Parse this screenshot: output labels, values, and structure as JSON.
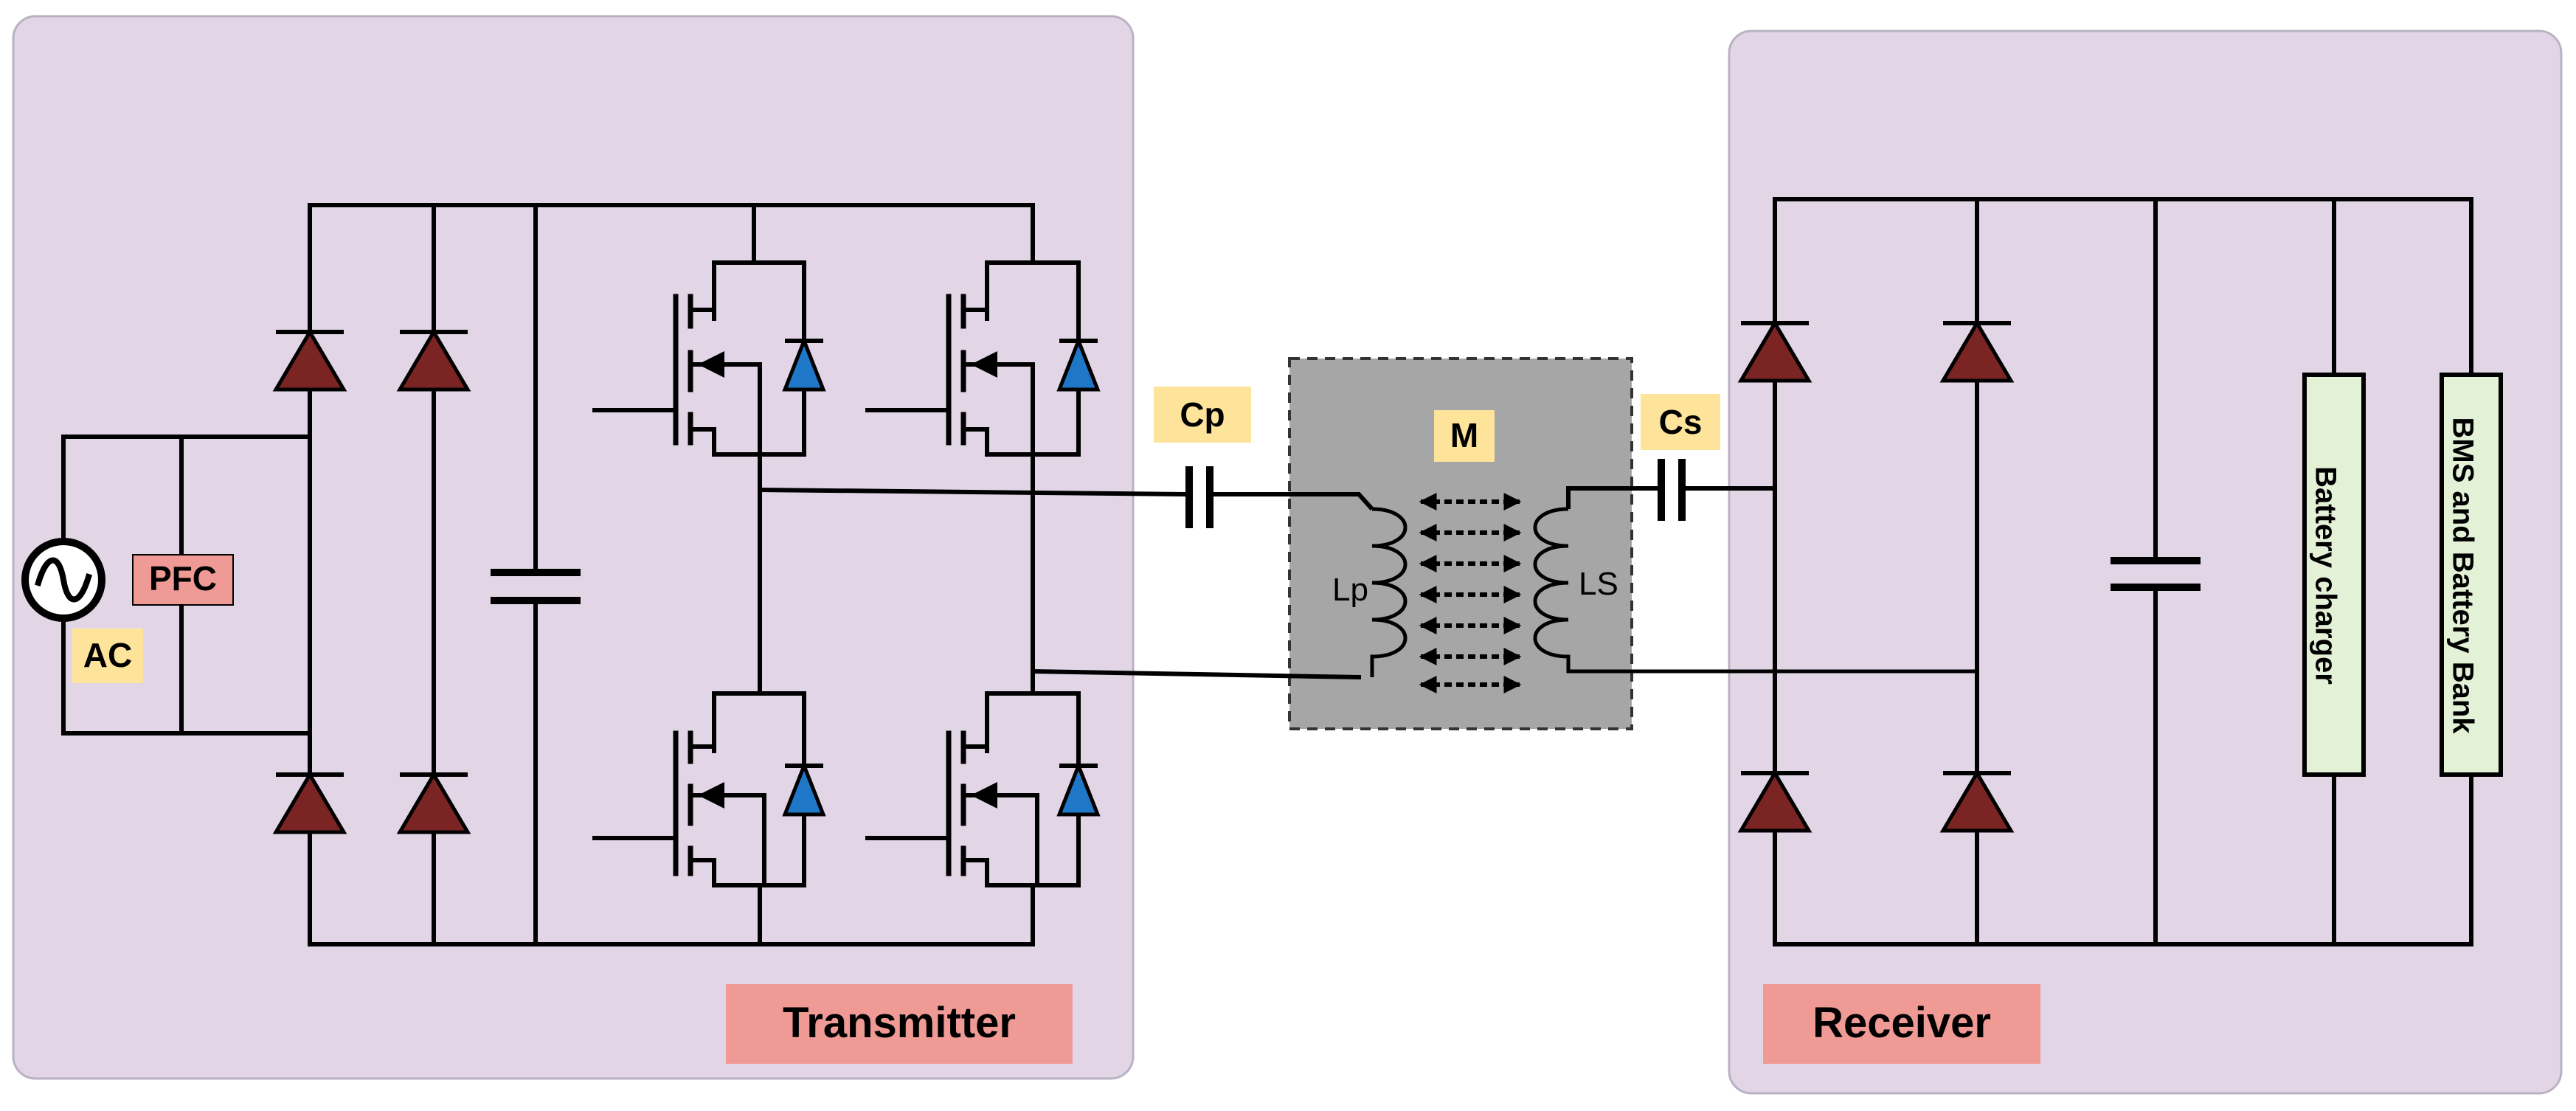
{
  "labels": {
    "ac": "AC",
    "pfc": "PFC",
    "cp": "Cp",
    "cs": "Cs",
    "m": "M",
    "lp": "Lp",
    "ls": "LS",
    "battery_charger": "Battery charger",
    "bms": "BMS and Battery Bank",
    "transmitter": "Transmitter",
    "receiver": "Receiver"
  },
  "colors": {
    "panel": "#e2d6e6",
    "panel_border": "#b9b2c2",
    "coupler": "#a6a6a6",
    "diode_rect": "#7b2424",
    "diode_body": "#1f77c8",
    "label_yellow": "#fde49a",
    "label_pink": "#ef9a94",
    "label_green": "#e3f1d6",
    "wire": "#000000"
  }
}
